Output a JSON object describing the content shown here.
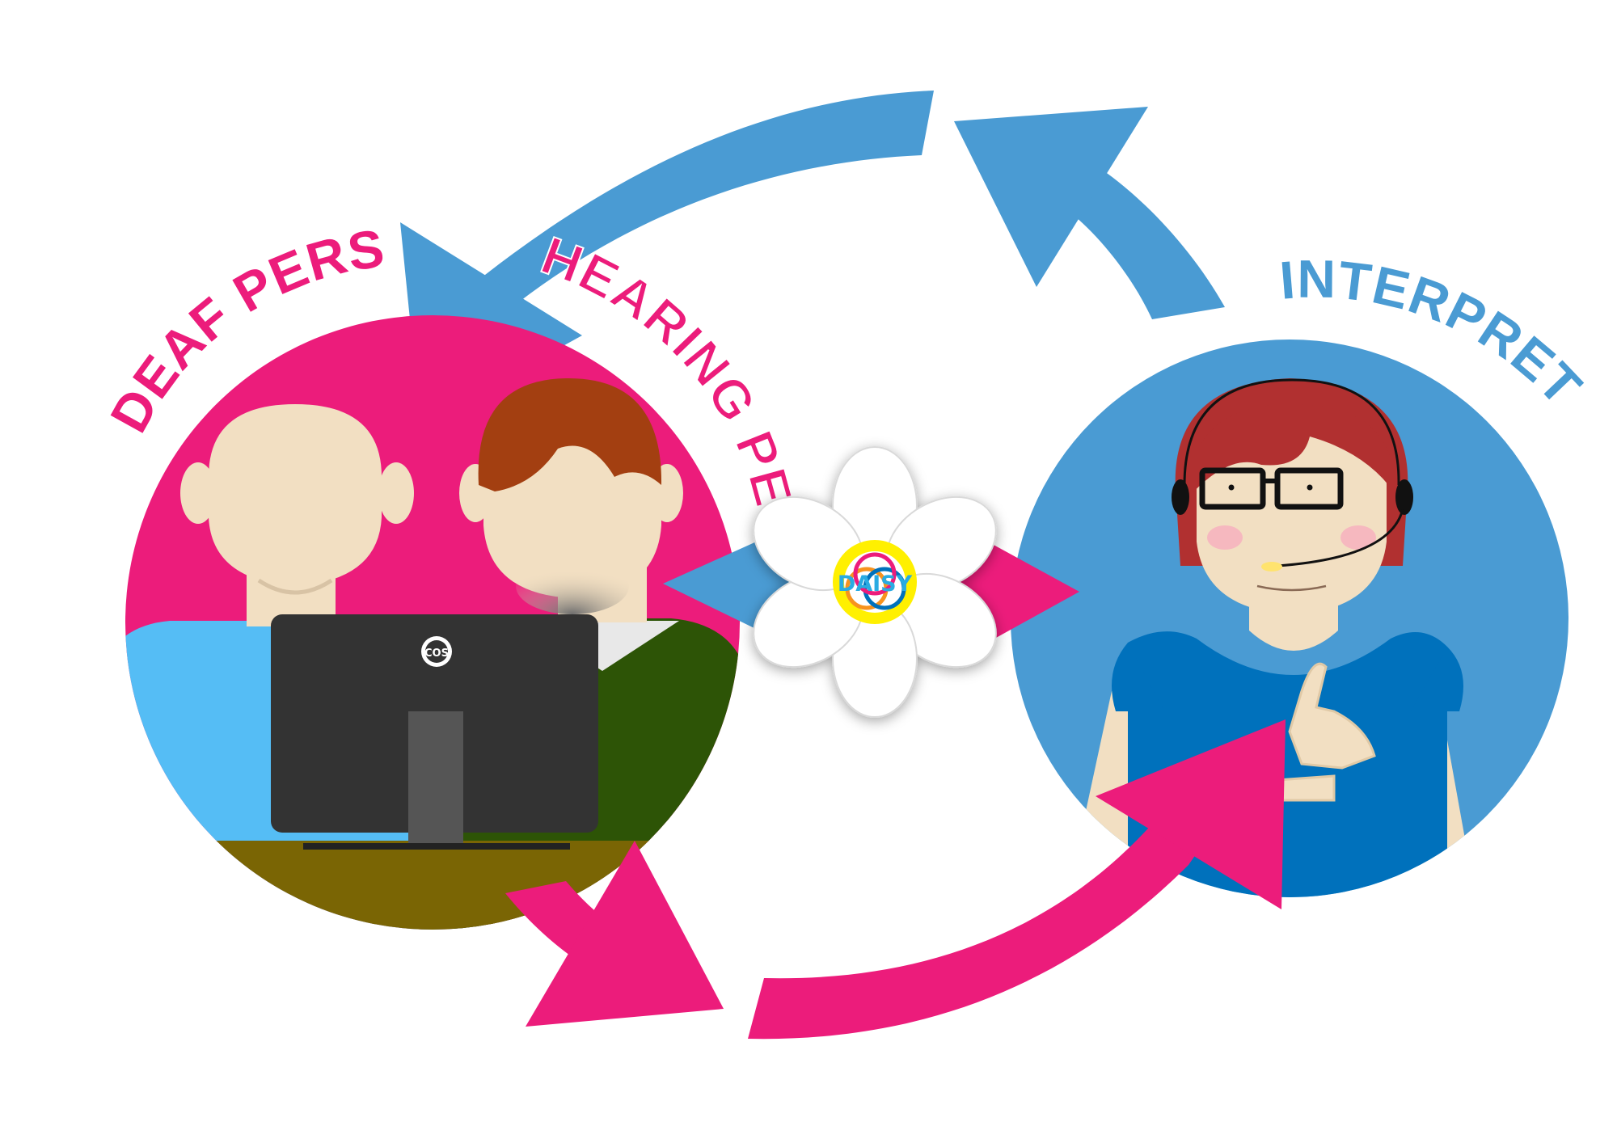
{
  "labels": {
    "deaf_person": "DEAF PERSON",
    "hearing_person": "HEARING PERSON",
    "interpreter": "INTERPRETER"
  },
  "logos": {
    "center": "DAISY",
    "monitor": "COS"
  },
  "colors": {
    "pink": "#EC1C7B",
    "blue": "#4A9BD3",
    "deaf_shirt": "#55BDF5",
    "hearing_shirt": "#2D5406",
    "skin": "#F2DFC2",
    "hair": "#A33F11",
    "interpreter_hair": "#B13030",
    "interpreter_dress": "#0071BC",
    "monitor": "#333333",
    "desk": "#7A6504"
  },
  "icons": [
    "arrow-icon",
    "daisy-flower-icon",
    "headset-icon",
    "glasses-icon",
    "computer-monitor-icon"
  ]
}
